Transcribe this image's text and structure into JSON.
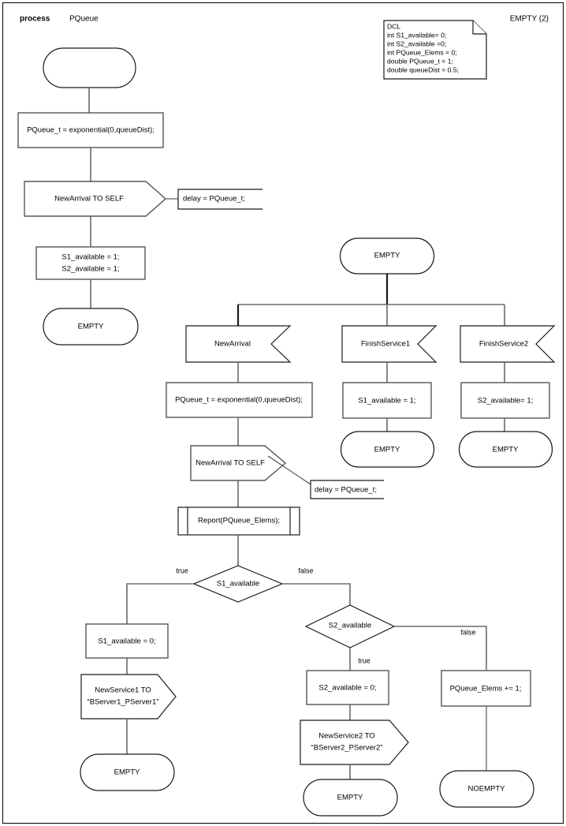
{
  "header": {
    "keyword": "process",
    "name": "PQueue",
    "page_label": "EMPTY (2)"
  },
  "dcl_note": {
    "title": "DCL",
    "lines": [
      "int S1_available= 0;",
      "int S2_available =0;",
      "int PQueue_Elems = 0;",
      "double PQueue_t = 1;",
      "double queueDist = 0.5;"
    ]
  },
  "diagram": {
    "type": "sdl-process-flowchart",
    "start_branch": {
      "start_symbol_label": "",
      "task1": "PQueue_t = exponential(0,queueDist);",
      "output1": "NewArrival TO SELF",
      "comment1": "delay = PQueue_t;",
      "task2_line1": "S1_available = 1;",
      "task2_line2": "S2_available = 1;",
      "nextstate1": "EMPTY"
    },
    "state": {
      "label": "EMPTY"
    },
    "branch_newarrival": {
      "input": "NewArrival",
      "task": "PQueue_t = exponential(0,queueDist);",
      "output": "NewArrival TO SELF",
      "comment": "delay = PQueue_t;",
      "procedure": "Report(PQueue_Elems);",
      "decision1": "S1_available",
      "decision1_true_label": "true",
      "decision1_false_label": "false",
      "true_task": "S1_available = 0;",
      "true_output_line1": "NewService1 TO",
      "true_output_line2": "“BServer1_PServer1”",
      "true_nextstate": "EMPTY",
      "decision2": "S2_available",
      "decision2_true_label": "true",
      "decision2_false_label": "false",
      "d2_true_task": "S2_available = 0;",
      "d2_true_output_line1": "NewService2 TO",
      "d2_true_output_line2": "“BServer2_PServer2”",
      "d2_true_nextstate": "EMPTY",
      "d2_false_task": "PQueue_Elems += 1;",
      "d2_false_nextstate": "NOEMPTY"
    },
    "branch_finishservice1": {
      "input": "FinishService1",
      "task": "S1_available = 1;",
      "nextstate": "EMPTY"
    },
    "branch_finishservice2": {
      "input": "FinishService2",
      "task": "S2_available= 1;",
      "nextstate": "EMPTY"
    }
  }
}
